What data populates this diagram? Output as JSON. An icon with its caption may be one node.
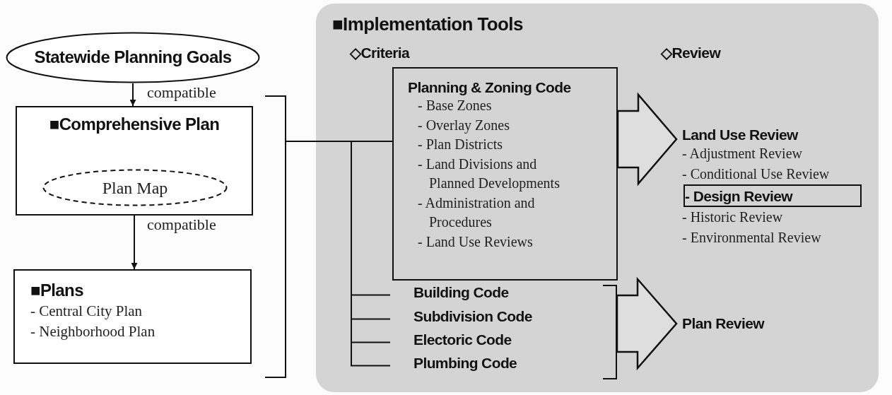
{
  "diagram": {
    "nodes": [
      {
        "text": [
          "Statewide Planning Goals"
        ]
      },
      {
        "text": [
          "■Comprehensive Plan"
        ]
      },
      {
        "text": [
          "Plan Map"
        ],
        "in": 1
      },
      {
        "text": [
          "■Plans",
          "- Central City Plan",
          "- Neighborhood Plan"
        ]
      },
      {
        "text": [
          "■Implementation Tools",
          "◇Criteria",
          "◇Review"
        ]
      },
      {
        "text": [
          "Planning & Zoning Code",
          "- Base Zones",
          "- Overlay Zones",
          "- Plan Districts",
          "- Land Divisions and Planned Developments",
          "- Administration and Procedures",
          "- Land Use Reviews"
        ],
        "in": 4
      },
      {
        "text": [
          "Building Code"
        ],
        "in": 4
      },
      {
        "text": [
          "Subdivision Code"
        ],
        "in": 4
      },
      {
        "text": [
          "Electoric Code"
        ],
        "in": 4
      },
      {
        "text": [
          "Plumbing Code"
        ],
        "in": 4
      },
      {
        "text": [
          "Land Use Review",
          "- Adjustment Review",
          "- Conditional Use Review",
          "- Historic Review",
          "- Environmental Review"
        ],
        "in": 4
      },
      {
        "text": [
          "- Design Review"
        ],
        "in": 10
      },
      {
        "text": [
          "Plan Review"
        ],
        "in": 4
      },
      {
        "text": [],
        "shape": "bracket"
      },
      {
        "text": [],
        "shape": "bracket",
        "in": 4
      }
    ],
    "edges": [
      {
        "from": 0,
        "to": 1,
        "arrow": "to",
        "label": "compatible"
      },
      {
        "from": 1,
        "to": 3,
        "arrow": "to",
        "label": "compatible"
      },
      {
        "from": 13,
        "to": 5,
        "arrow": "none"
      },
      {
        "from": 13,
        "to": 6,
        "arrow": "none"
      },
      {
        "from": 13,
        "to": 7,
        "arrow": "none"
      },
      {
        "from": 13,
        "to": 8,
        "arrow": "none"
      },
      {
        "from": 13,
        "to": 9,
        "arrow": "none"
      },
      {
        "from": 5,
        "to": 10,
        "arrow": "to",
        "style": "thick"
      },
      {
        "from": 14,
        "to": 12,
        "arrow": "to",
        "style": "thick"
      }
    ]
  }
}
